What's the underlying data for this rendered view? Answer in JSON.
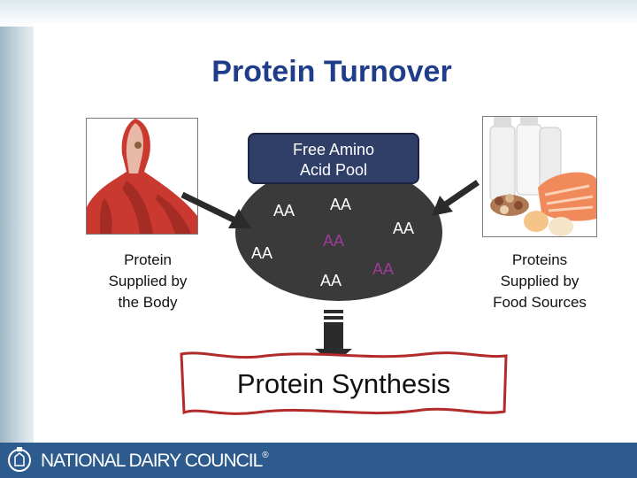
{
  "title": "Protein Turnover",
  "pool": {
    "line1": "Free Amino",
    "line2": "Acid Pool"
  },
  "amino_acids": [
    "AA",
    "AA",
    "AA",
    "AA",
    "AA",
    "AA",
    "AA"
  ],
  "labels": {
    "body": [
      "Protein",
      "Supplied by",
      "the Body"
    ],
    "food": [
      "Proteins",
      "Supplied by",
      "Food Sources"
    ]
  },
  "synthesis": "Protein Synthesis",
  "footer": {
    "organization": "NATIONAL DAIRY COUNCIL",
    "mark": "®"
  },
  "colors": {
    "title": "#1f3d8a",
    "pool_box": "#2f3f68",
    "pool": "#3a3a3a",
    "scroll_border": "#b22a2a",
    "footer": "#2d5b8e",
    "aa_accent": "#a03a9a"
  }
}
